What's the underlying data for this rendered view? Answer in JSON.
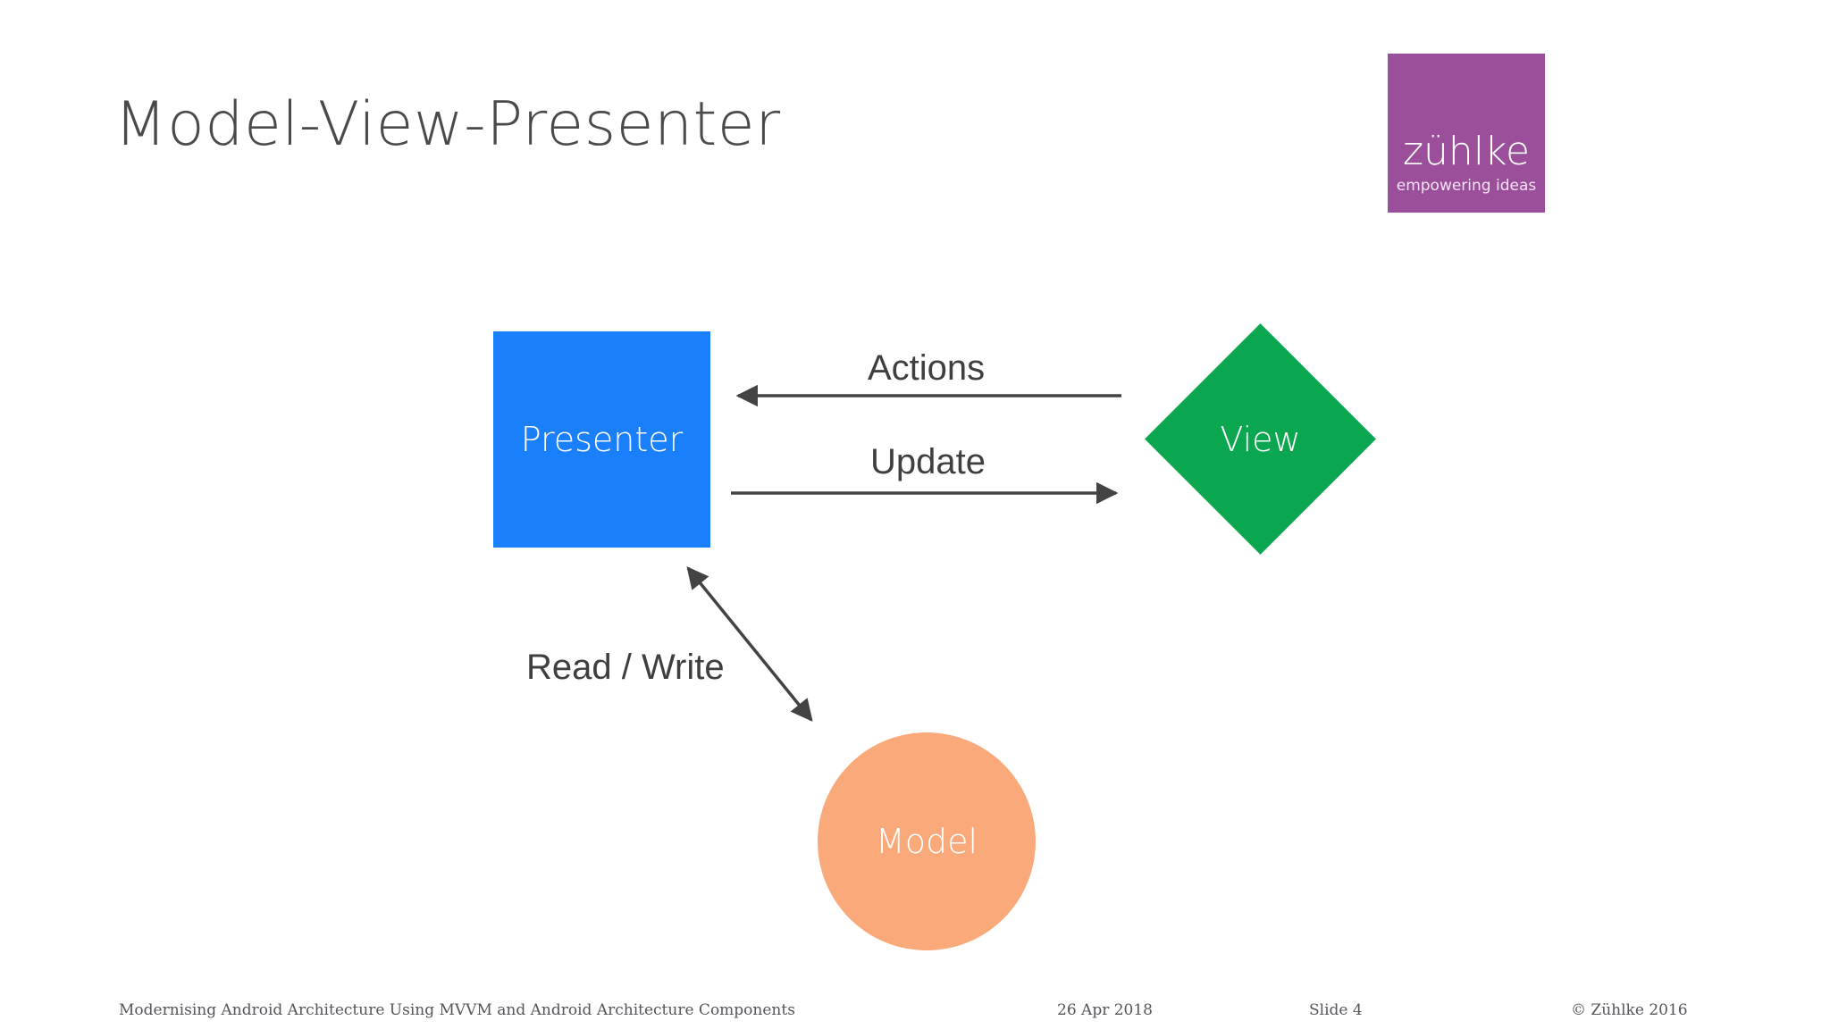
{
  "slide": {
    "title": "Model-View-Presenter",
    "background_color": "#ffffff",
    "title_color": "#4a4a4a"
  },
  "logo": {
    "name": "zuhlke-logo",
    "wordmark": "zühlke",
    "tagline": "empowering ideas",
    "background_color": "#9b4f9b",
    "text_color": "#ffffff"
  },
  "diagram": {
    "nodes": [
      {
        "id": "presenter",
        "label": "Presenter",
        "shape": "rectangle",
        "color": "#1a7ffb",
        "label_color": "#ffffff"
      },
      {
        "id": "view",
        "label": "View",
        "shape": "diamond",
        "color": "#0aa750",
        "label_color": "#ffffff"
      },
      {
        "id": "model",
        "label": "Model",
        "shape": "circle",
        "color": "#f9a97a",
        "label_color": "#ffffff"
      }
    ],
    "edges": [
      {
        "id": "actions",
        "label": "Actions",
        "from": "view",
        "to": "presenter",
        "direction": "left",
        "color": "#434343"
      },
      {
        "id": "update",
        "label": "Update",
        "from": "presenter",
        "to": "view",
        "direction": "right",
        "color": "#434343"
      },
      {
        "id": "read-write",
        "label": "Read / Write",
        "from": "presenter",
        "to": "model",
        "direction": "both",
        "color": "#434343"
      }
    ],
    "edge_label_color": "#3f3f3f"
  },
  "footer": {
    "deck_title": "Modernising Android Architecture Using MVVM and Android Architecture Components",
    "date": "26 Apr 2018",
    "slide_number": "Slide 4",
    "copyright": "© Zühlke 2016",
    "text_color": "#55555a"
  }
}
